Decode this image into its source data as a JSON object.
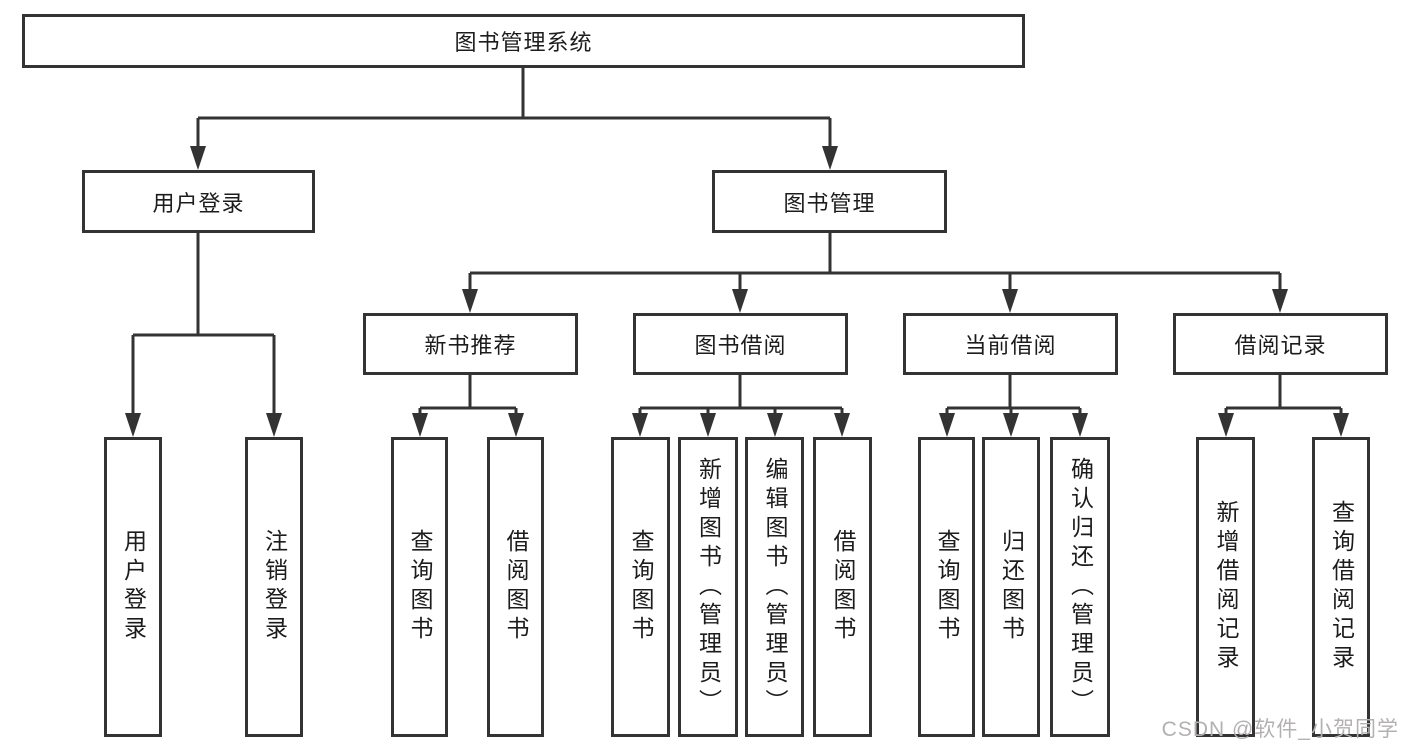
{
  "colors": {
    "line": "#333333",
    "text": "#1c1c1c",
    "watermark": "#b3b0b0"
  },
  "diagram": {
    "title": "图书管理系统",
    "branches": [
      {
        "label": "用户登录",
        "children": [
          {
            "label": "用户登录"
          },
          {
            "label": "注销登录"
          }
        ]
      },
      {
        "label": "图书管理",
        "children": [
          {
            "label": "新书推荐",
            "children": [
              {
                "label": "查询图书"
              },
              {
                "label": "借阅图书"
              }
            ]
          },
          {
            "label": "图书借阅",
            "children": [
              {
                "label": "查询图书"
              },
              {
                "label": "新增图书（管理员）"
              },
              {
                "label": "编辑图书（管理员）"
              },
              {
                "label": "借阅图书"
              }
            ]
          },
          {
            "label": "当前借阅",
            "children": [
              {
                "label": "查询图书"
              },
              {
                "label": "归还图书"
              },
              {
                "label": "确认归还（管理员）"
              }
            ]
          },
          {
            "label": "借阅记录",
            "children": [
              {
                "label": "新增借阅记录"
              },
              {
                "label": "查询借阅记录"
              }
            ]
          }
        ]
      }
    ]
  },
  "watermark": {
    "text": "CSDN @软件_小贺同学"
  }
}
